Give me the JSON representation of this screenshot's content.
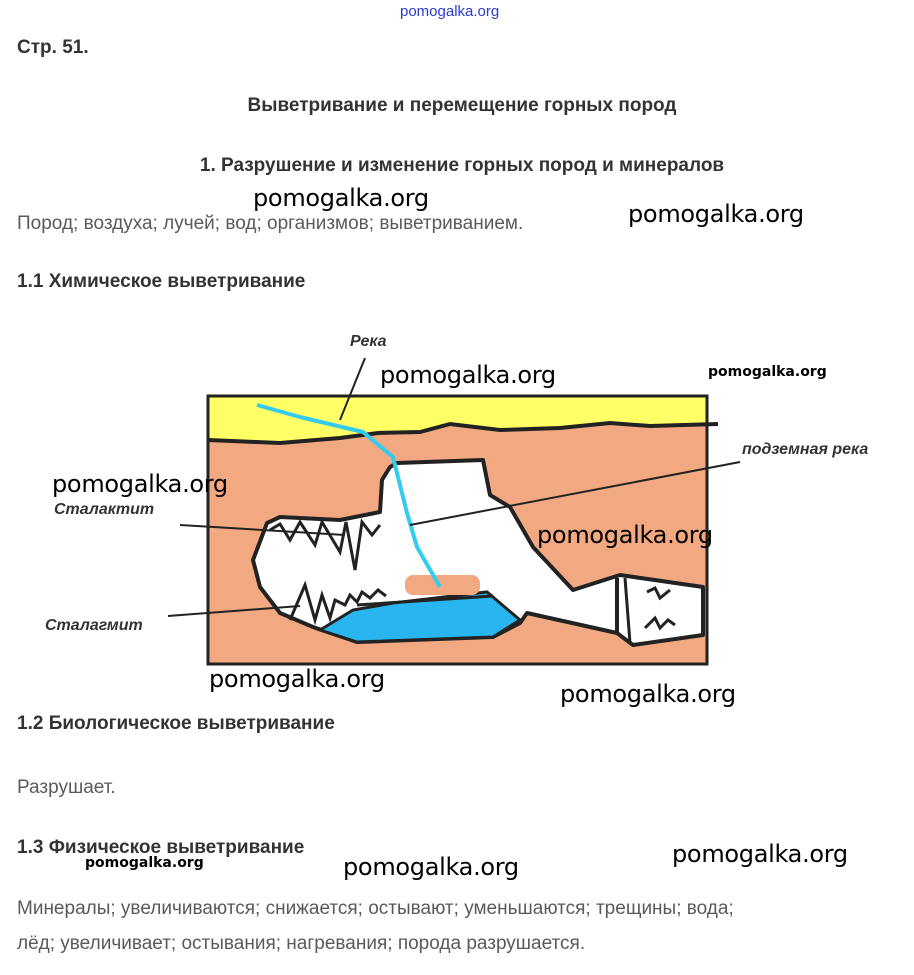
{
  "header": {
    "watermark": "pomogalka.org",
    "page_ref": "Стр. 51."
  },
  "title": "Выветривание и перемещение горных пород",
  "section1": {
    "heading": "1. Разрушение и изменение горных пород и минералов",
    "answer": "Пород; воздуха; лучей; вод; организмов; выветриванием."
  },
  "section1_1": {
    "heading": "1.1 Химическое выветривание"
  },
  "diagram": {
    "labels": {
      "river": "Река",
      "underground_river": "подземная река",
      "stalactite": "Сталактит",
      "stalagmite": "Сталагмит"
    },
    "colors": {
      "surface": "#ffff66",
      "rock": "#f2a982",
      "river": "#33ccee",
      "lake": "#29b6f0",
      "cave": "#ffffff"
    }
  },
  "section1_2": {
    "heading": "1.2 Биологическое выветривание",
    "answer": "Разрушает."
  },
  "section1_3": {
    "heading": "1.3 Физическое выветривание",
    "answer_line1": "Минералы; увеличиваются; снижается; остывают; уменьшаются; трещины; вода;",
    "answer_line2": "лёд; увеличивает; остывания; нагревания; порода разрушается."
  },
  "watermarks": [
    "pomogalka.org",
    "pomogalka.org",
    "pomogalka.org",
    "pomogalka.org",
    "pomogalka.org",
    "pomogalka.org",
    "pomogalka.org",
    "pomogalka.org",
    "pomogalka.org",
    "pomogalka.org",
    "pomogalka.org"
  ]
}
